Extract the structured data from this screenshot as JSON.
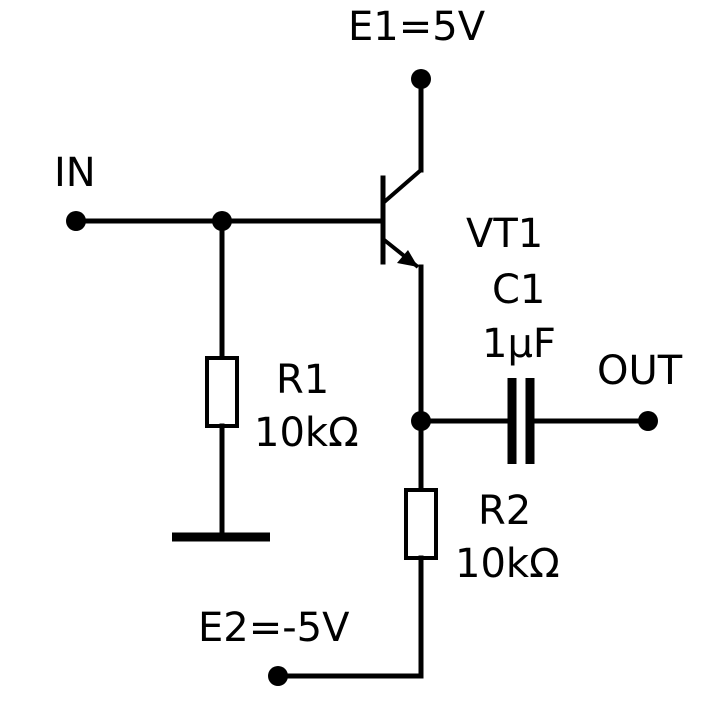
{
  "labels": {
    "e1": "E1=5V",
    "in": "IN",
    "vt1": "VT1",
    "c1_name": "C1",
    "c1_value": "1μF",
    "out": "OUT",
    "r1_name": "R1",
    "r1_value": "10kΩ",
    "r2_name": "R2",
    "r2_value": "10kΩ",
    "e2": "E2=-5V"
  }
}
